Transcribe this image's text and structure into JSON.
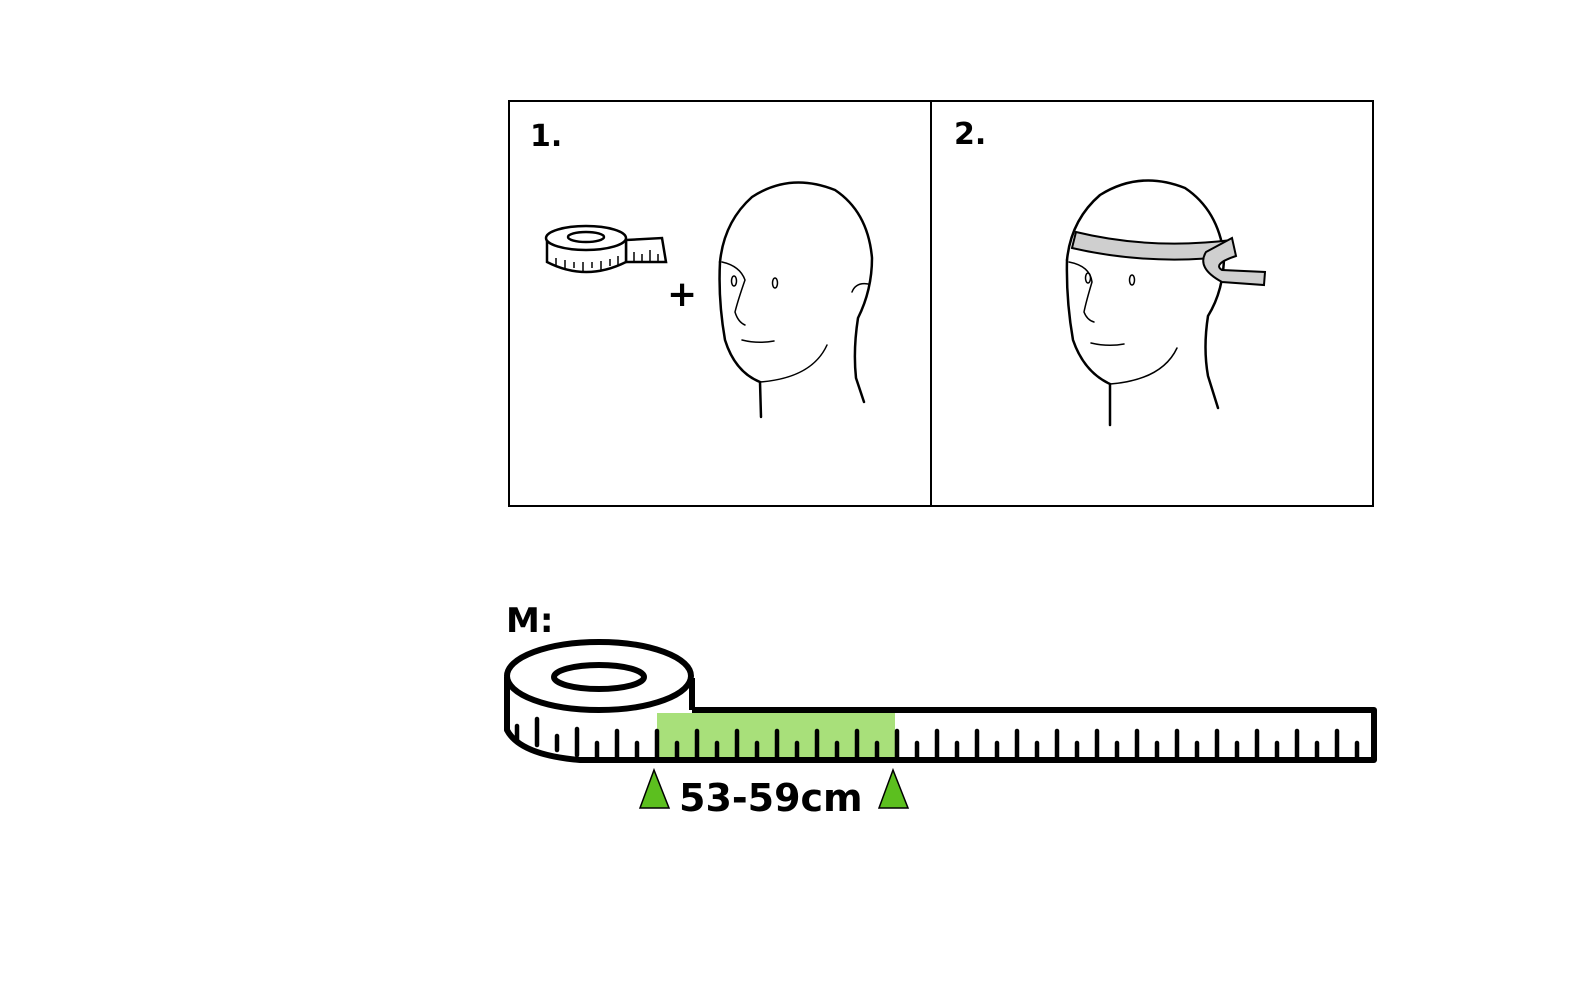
{
  "panels": [
    {
      "number_label": "1."
    },
    {
      "number_label": "2."
    }
  ],
  "plus_sign": "+",
  "size": {
    "label": "M:",
    "range_text": "53-59cm"
  },
  "colors": {
    "highlight": "#a8e07a",
    "marker": "#5cbf1f",
    "line": "#000000",
    "band": "#cfcfcf"
  }
}
